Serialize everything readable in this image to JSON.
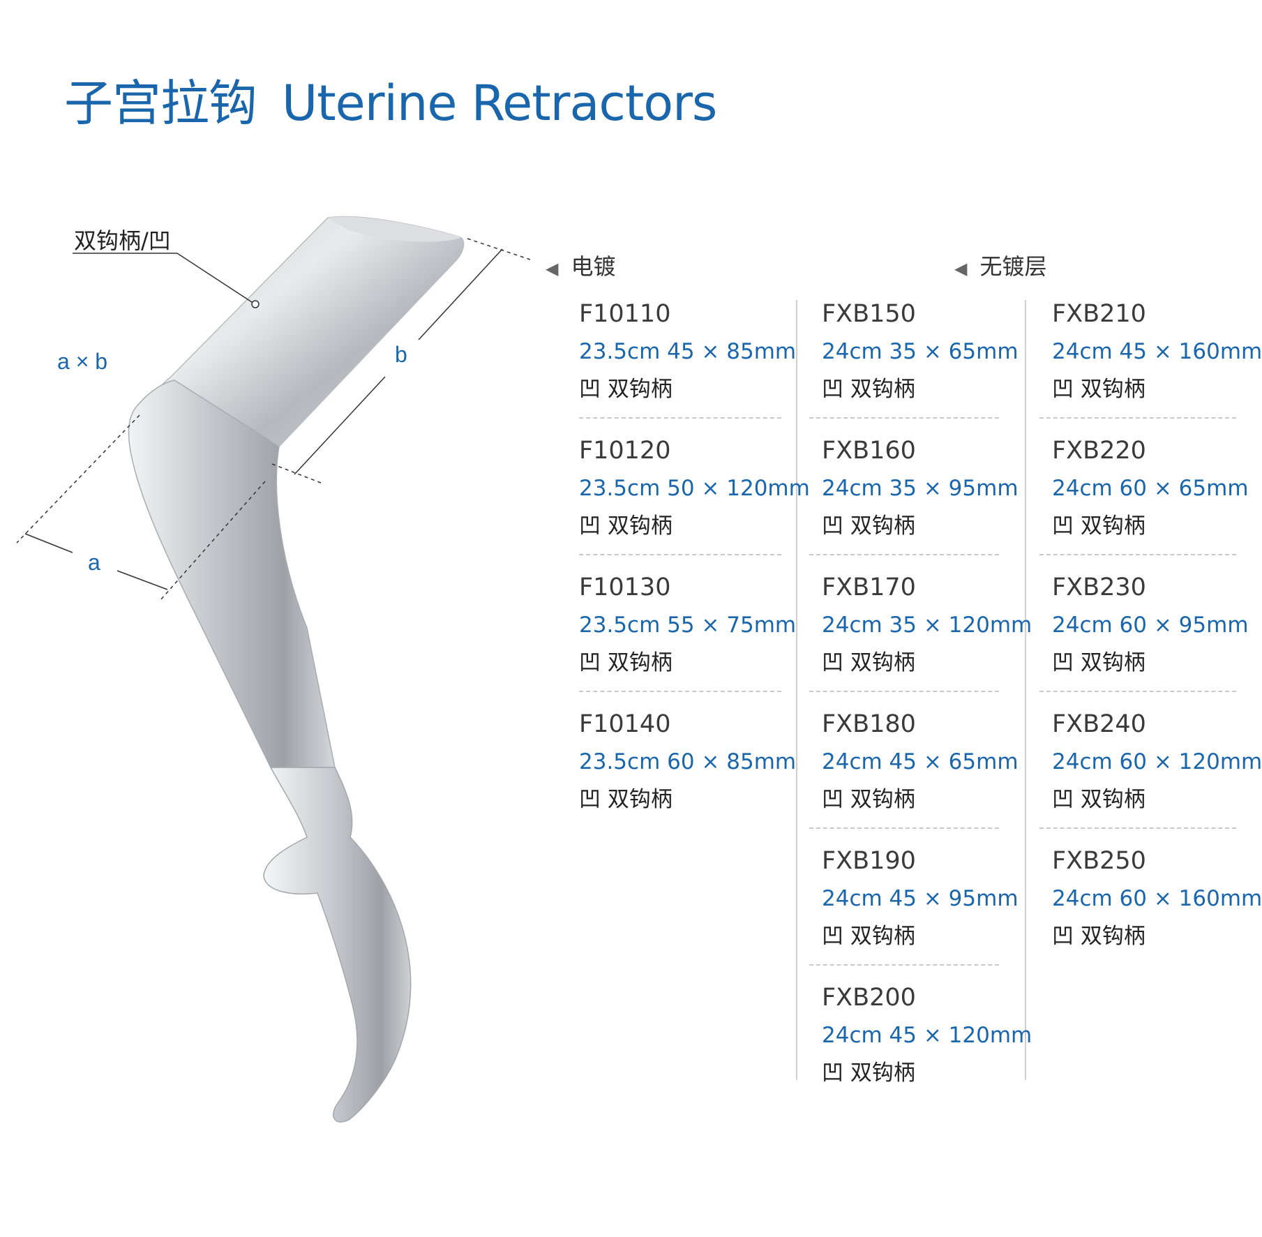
{
  "header": {
    "title_cn": "子宫拉钩",
    "title_en": "Uterine Retractors"
  },
  "figure": {
    "callout": "双钩柄/凹",
    "dim_axb": "a × b",
    "dim_b": "b",
    "dim_a": "a"
  },
  "sections": {
    "plated": "电镀",
    "unplated": "无镀层"
  },
  "colors": {
    "title": "#1a66ad",
    "spec": "#1a66ad",
    "code": "#3a3a3a"
  },
  "columns": [
    {
      "items": [
        {
          "code": "F10110",
          "spec": "23.5cm 45 × 85mm",
          "desc": "凹 双钩柄"
        },
        {
          "code": "F10120",
          "spec": "23.5cm 50 × 120mm",
          "desc": "凹 双钩柄"
        },
        {
          "code": "F10130",
          "spec": "23.5cm 55 × 75mm",
          "desc": "凹 双钩柄"
        },
        {
          "code": "F10140",
          "spec": "23.5cm 60 × 85mm",
          "desc": "凹 双钩柄"
        }
      ]
    },
    {
      "items": [
        {
          "code": "FXB150",
          "spec": "24cm 35 × 65mm",
          "desc": "凹 双钩柄"
        },
        {
          "code": "FXB160",
          "spec": "24cm 35 × 95mm",
          "desc": "凹 双钩柄"
        },
        {
          "code": "FXB170",
          "spec": "24cm 35 × 120mm",
          "desc": "凹 双钩柄"
        },
        {
          "code": "FXB180",
          "spec": "24cm 45 × 65mm",
          "desc": "凹 双钩柄"
        },
        {
          "code": "FXB190",
          "spec": "24cm 45 × 95mm",
          "desc": "凹 双钩柄"
        },
        {
          "code": "FXB200",
          "spec": "24cm 45 × 120mm",
          "desc": "凹 双钩柄"
        }
      ]
    },
    {
      "items": [
        {
          "code": "FXB210",
          "spec": "24cm 45 × 160mm",
          "desc": "凹 双钩柄"
        },
        {
          "code": "FXB220",
          "spec": "24cm 60 × 65mm",
          "desc": "凹 双钩柄"
        },
        {
          "code": "FXB230",
          "spec": "24cm 60 × 95mm",
          "desc": "凹 双钩柄"
        },
        {
          "code": "FXB240",
          "spec": "24cm 60 × 120mm",
          "desc": "凹 双钩柄"
        },
        {
          "code": "FXB250",
          "spec": "24cm 60 × 160mm",
          "desc": "凹 双钩柄"
        }
      ]
    }
  ]
}
